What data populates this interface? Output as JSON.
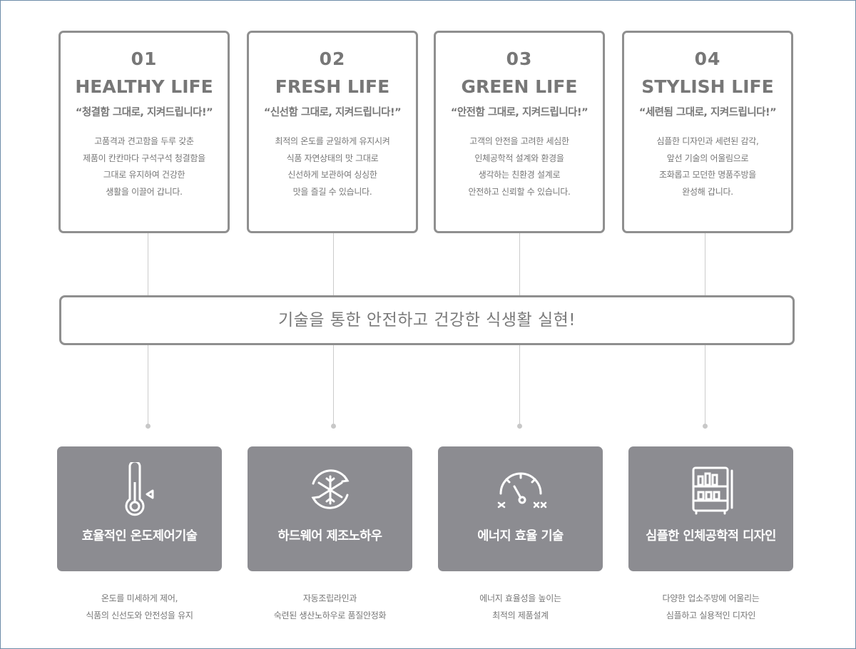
{
  "top_cards": [
    {
      "num": "01",
      "title": "HEALTHY LIFE",
      "quote": "“청결함 그대로, 지켜드립니다!”",
      "desc": "고품격과 견고함을 두루 갖춘\n제품이 칸칸마다 구석구석 청결함을\n그대로 유지하여 건강한\n생활을 이끌어 갑니다."
    },
    {
      "num": "02",
      "title": "FRESH LIFE",
      "quote": "“신선함 그대로, 지켜드립니다!”",
      "desc": "최적의 온도를 균일하게 유지시켜\n식품 자연상태의 맛 그대로\n신선하게 보관하여 싱싱한\n맛을 즐길 수 있습니다."
    },
    {
      "num": "03",
      "title": "GREEN LIFE",
      "quote": "“안전함 그대로, 지켜드립니다!”",
      "desc": "고객의 안전을 고려한 세심한\n인체공학적 설계와 환경을\n생각하는 친환경 설계로\n안전하고 신뢰할 수 있습니다."
    },
    {
      "num": "04",
      "title": "STYLISH LIFE",
      "quote": "“세련됨 그대로, 지켜드립니다!”",
      "desc": "심플한 디자인과 세련된 감각,\n앞선 기술의 어울림으로\n조화롭고 모던한 명품주방을\n완성해 갑니다."
    }
  ],
  "banner": {
    "text": "기술을 통한 안전하고 건강한 식생활 실현!"
  },
  "features": [
    {
      "icon": "thermometer-icon",
      "title": "효율적인 온도제어기술",
      "desc": "온도를 미세하게 제어,\n식품의 신선도와 안전성을 유지"
    },
    {
      "icon": "snowflake-cycle-icon",
      "title": "하드웨어 제조노하우",
      "desc": "자동조립라인과\n숙련된 생산노하우로 품질안정화"
    },
    {
      "icon": "gauge-icon",
      "title": "에너지 효율 기술",
      "desc": "에너지 효율성을 높이는\n최적의 제품설계"
    },
    {
      "icon": "shelf-rack-icon",
      "title": "심플한 인체공학적 디자인",
      "desc": "다양한 업소주방에 어울리는\n심플하고 실용적인 디자인"
    }
  ],
  "colors": {
    "border": "#8f8f8f",
    "card_fill": "#8c8c91",
    "text": "#777777",
    "line": "#cccccc"
  }
}
